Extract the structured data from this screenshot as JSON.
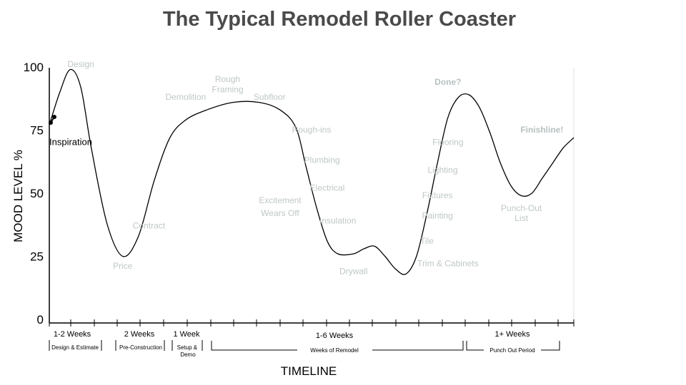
{
  "chart_data": {
    "type": "line",
    "title": "The Typical Remodel Roller Coaster",
    "xlabel": "TIMELINE",
    "ylabel": "MOOD LEVEL %",
    "ylim": [
      0,
      100
    ],
    "y_ticks": [
      0,
      25,
      50,
      75,
      100
    ],
    "grid": false,
    "series": [
      {
        "points": [
          [
            0,
            77
          ],
          [
            2,
            90
          ],
          [
            4,
            99
          ],
          [
            6,
            92
          ],
          [
            8,
            68
          ],
          [
            11,
            38
          ],
          [
            14,
            25
          ],
          [
            17,
            33
          ],
          [
            20,
            55
          ],
          [
            23,
            72
          ],
          [
            26,
            79
          ],
          [
            30,
            83
          ],
          [
            35,
            86
          ],
          [
            40,
            86
          ],
          [
            44,
            83
          ],
          [
            47,
            76
          ],
          [
            49,
            60
          ],
          [
            51,
            44
          ],
          [
            53,
            31
          ],
          [
            55,
            26
          ],
          [
            58,
            26
          ],
          [
            60,
            28
          ],
          [
            62,
            29
          ],
          [
            64,
            25
          ],
          [
            66,
            20
          ],
          [
            68,
            18
          ],
          [
            70,
            25
          ],
          [
            72,
            42
          ],
          [
            74,
            62
          ],
          [
            76,
            80
          ],
          [
            78,
            88
          ],
          [
            80,
            89
          ],
          [
            82,
            84
          ],
          [
            84,
            74
          ],
          [
            86,
            62
          ],
          [
            88,
            53
          ],
          [
            90,
            49
          ],
          [
            92,
            50
          ],
          [
            94,
            56
          ],
          [
            96,
            62
          ],
          [
            98,
            68
          ],
          [
            100,
            72
          ]
        ]
      }
    ],
    "annotations": [
      {
        "text": "Design",
        "x": 6,
        "y": 100,
        "style": "light"
      },
      {
        "text": "Inspiration",
        "x": 0,
        "y": 69,
        "style": "dark"
      },
      {
        "text": "Price",
        "x": 14,
        "y": 20,
        "style": "light"
      },
      {
        "text": "Contract",
        "x": 19,
        "y": 36,
        "style": "light"
      },
      {
        "text": "Demolition",
        "x": 26,
        "y": 87,
        "style": "light"
      },
      {
        "text": "Rough",
        "x": 34,
        "y": 94,
        "style": "light"
      },
      {
        "text": "Framing",
        "x": 34,
        "y": 90,
        "style": "light"
      },
      {
        "text": "Subfloor",
        "x": 42,
        "y": 87,
        "style": "light"
      },
      {
        "text": "Rough-ins",
        "x": 50,
        "y": 74,
        "style": "light"
      },
      {
        "text": "Plumbing",
        "x": 52,
        "y": 62,
        "style": "light"
      },
      {
        "text": "Electrical",
        "x": 53,
        "y": 51,
        "style": "light"
      },
      {
        "text": "Excitement",
        "x": 44,
        "y": 46,
        "style": "light"
      },
      {
        "text": "Wears Off",
        "x": 44,
        "y": 41,
        "style": "light"
      },
      {
        "text": "Insulation",
        "x": 55,
        "y": 38,
        "style": "light"
      },
      {
        "text": "Drywall",
        "x": 58,
        "y": 18,
        "style": "light"
      },
      {
        "text": "Trim & Cabinets",
        "x": 76,
        "y": 21,
        "style": "light"
      },
      {
        "text": "Tile",
        "x": 72,
        "y": 30,
        "style": "light"
      },
      {
        "text": "Painting",
        "x": 74,
        "y": 40,
        "style": "light"
      },
      {
        "text": "Fixtures",
        "x": 74,
        "y": 48,
        "style": "light"
      },
      {
        "text": "Lighting",
        "x": 75,
        "y": 58,
        "style": "light"
      },
      {
        "text": "Flooring",
        "x": 76,
        "y": 69,
        "style": "light"
      },
      {
        "text": "Done?",
        "x": 76,
        "y": 93,
        "style": "bold"
      },
      {
        "text": "Punch-Out",
        "x": 90,
        "y": 43,
        "style": "light"
      },
      {
        "text": "List",
        "x": 90,
        "y": 39,
        "style": "light"
      },
      {
        "text": "Finishline!",
        "x": 98,
        "y": 74,
        "style": "bold"
      }
    ],
    "periods": [
      {
        "label": "1-2 Weeks",
        "phase": "Design & Estimate"
      },
      {
        "label": "2 Weeks",
        "phase": "Pre-Construction"
      },
      {
        "label": "1 Week",
        "phase": "Setup & Demo"
      },
      {
        "label": "1-6 Weeks",
        "phase": "Weeks of Remodel"
      },
      {
        "label": "1+ Weeks",
        "phase": "Punch Out Period"
      }
    ]
  },
  "colors": {
    "title": "#4a4a4a",
    "line": "#000000",
    "annotation": "#bfc7c7",
    "annotation_bold": "#b7c1c1"
  }
}
